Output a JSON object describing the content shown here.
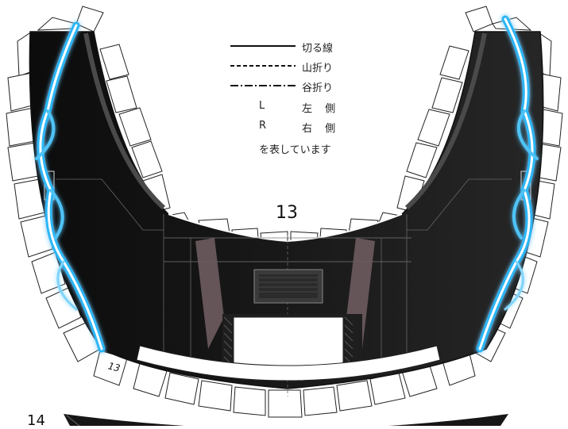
{
  "legend": {
    "cut_line": "切る線",
    "mountain_fold": "山折り",
    "valley_fold": "谷折り",
    "left_letter": "L",
    "left_text": "左 側",
    "right_letter": "R",
    "right_text": "右 側",
    "represents": "を表しています"
  },
  "parts": {
    "main_number": "13",
    "tab_number": "13",
    "next_number": "14"
  },
  "colors": {
    "body": "#151515",
    "lightning": "#29b6f6",
    "lightning_core": "#ffffff",
    "accent": "#6e5c5f"
  }
}
